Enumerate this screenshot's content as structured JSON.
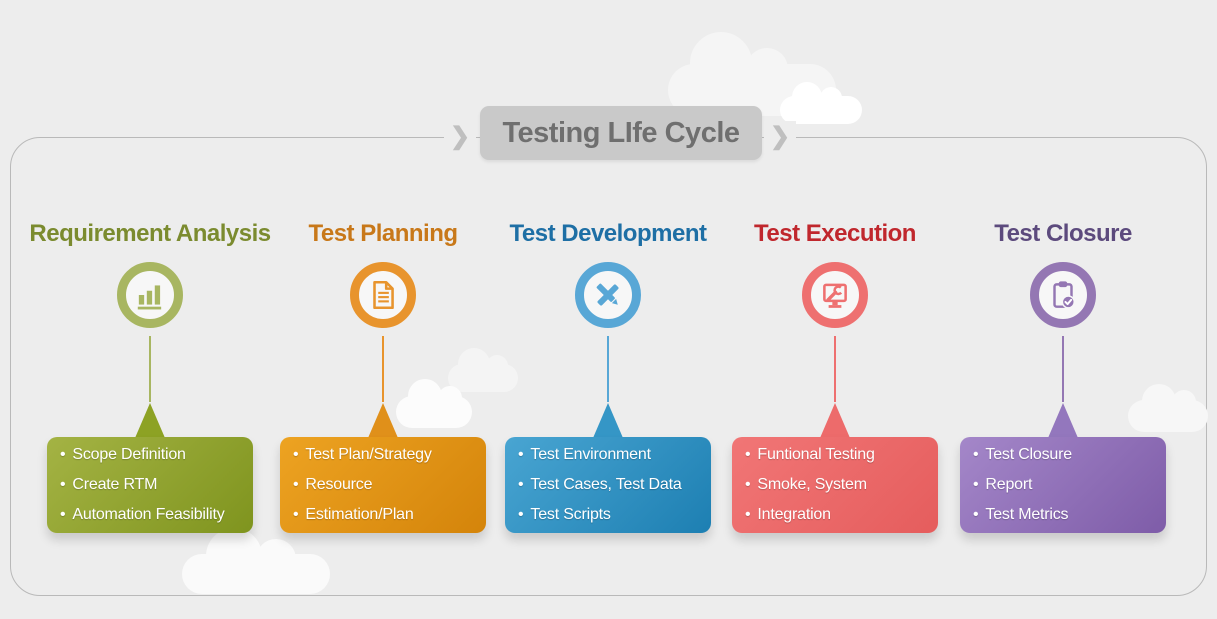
{
  "banner": {
    "title": "Testing LIfe Cycle",
    "left_chevron": "❯",
    "right_chevron": "❯"
  },
  "list_bullet": "•",
  "stages": [
    {
      "title": "Requirement Analysis",
      "icon": "bar-chart-icon",
      "items": [
        "Scope Definition",
        "Create RTM",
        "Automation Feasibility"
      ],
      "colors": {
        "title": "#7b8b2f",
        "accent": "#a8b661",
        "pointer": "#8da224",
        "box_from": "#a4b344",
        "box_to": "#7f941e"
      }
    },
    {
      "title": "Test Planning",
      "icon": "document-icon",
      "items": [
        "Test Plan/Strategy",
        "Resource",
        "Estimation/Plan"
      ],
      "colors": {
        "title": "#c87819",
        "accent": "#e8942d",
        "pointer": "#e0901a",
        "box_from": "#eda322",
        "box_to": "#d4840a"
      }
    },
    {
      "title": "Test Development",
      "icon": "crossed-tools-icon",
      "items": [
        "Test Environment",
        "Test Cases, Test Data",
        "Test Scripts"
      ],
      "colors": {
        "title": "#1e6fa5",
        "accent": "#58a7d6",
        "pointer": "#3596c6",
        "box_from": "#49a5d2",
        "box_to": "#1d7fb2"
      }
    },
    {
      "title": "Test Execution",
      "icon": "monitor-wrench-icon",
      "items": [
        "Funtional Testing",
        "Smoke, System",
        "Integration"
      ],
      "colors": {
        "title": "#c0272d",
        "accent": "#ee7070",
        "pointer": "#ed6b6b",
        "box_from": "#f17676",
        "box_to": "#e55d5d"
      }
    },
    {
      "title": "Test Closure",
      "icon": "clipboard-check-icon",
      "items": [
        "Test Closure",
        "Report",
        "Test Metrics"
      ],
      "colors": {
        "title": "#5c4a7d",
        "accent": "#9477b3",
        "pointer": "#9377bd",
        "box_from": "#a487c9",
        "box_to": "#7e5ca8"
      }
    }
  ]
}
